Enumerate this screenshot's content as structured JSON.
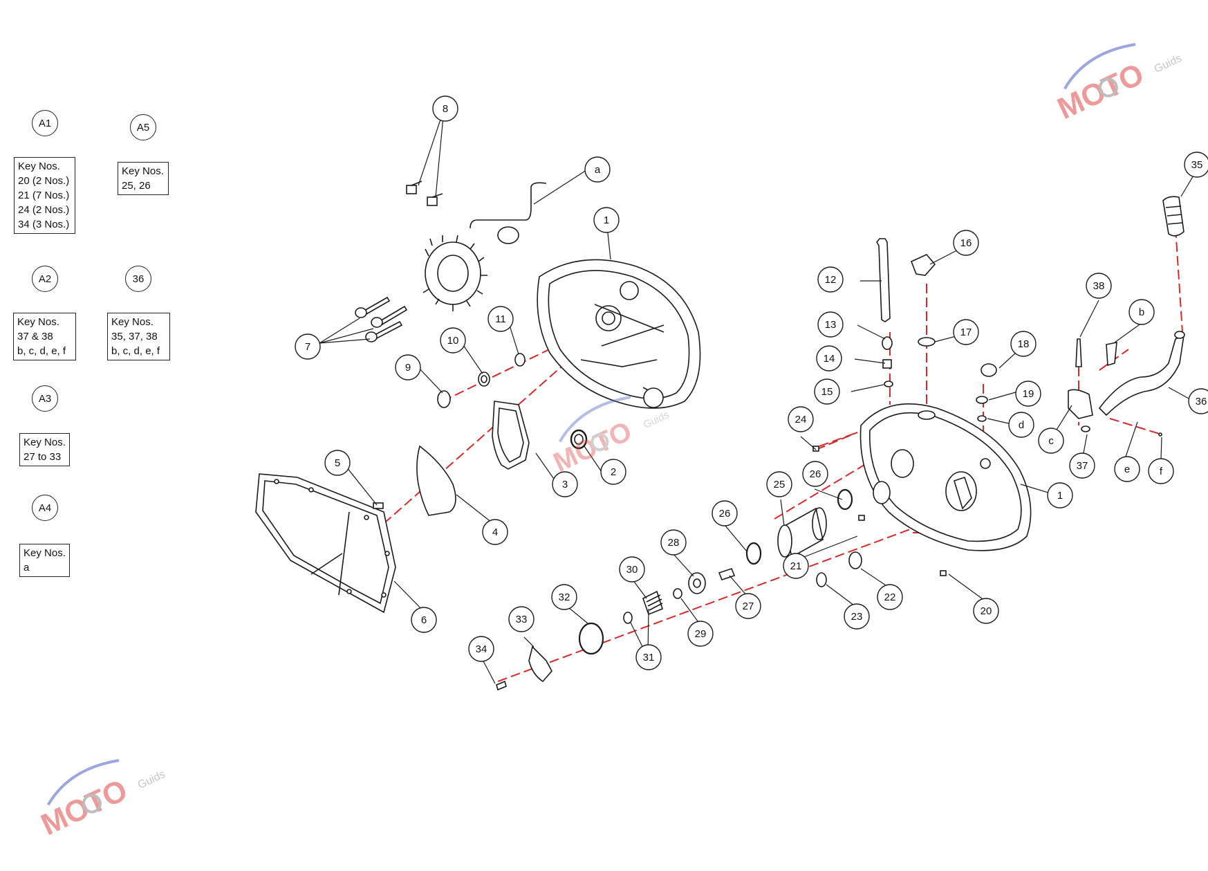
{
  "kits": [
    {
      "label": "A1",
      "lines": [
        "Key Nos.",
        "20 (2 Nos.)",
        "21 (7 Nos.)",
        "24 (2 Nos.)",
        "34 (3 Nos.)"
      ]
    },
    {
      "label": "A5",
      "lines": [
        "Key Nos.",
        "25, 26"
      ]
    },
    {
      "label": "A2",
      "lines": [
        "Key Nos.",
        "37 & 38",
        "b, c, d, e, f"
      ]
    },
    {
      "label": "36",
      "lines": [
        "Key Nos.",
        "35, 37, 38",
        "b, c, d, e, f"
      ]
    },
    {
      "label": "A3",
      "lines": [
        "Key Nos.",
        "27 to 33"
      ]
    },
    {
      "label": "A4",
      "lines": [
        "Key Nos.",
        "a"
      ]
    }
  ],
  "callouts": [
    "1",
    "1",
    "2",
    "3",
    "4",
    "5",
    "6",
    "7",
    "8",
    "9",
    "10",
    "11",
    "12",
    "13",
    "14",
    "15",
    "16",
    "17",
    "18",
    "19",
    "20",
    "21",
    "22",
    "23",
    "24",
    "25",
    "26",
    "26",
    "27",
    "28",
    "29",
    "30",
    "31",
    "32",
    "33",
    "34",
    "35",
    "36",
    "37",
    "38",
    "a",
    "b",
    "c",
    "d",
    "e",
    "f"
  ],
  "watermark": {
    "text": "MOTO",
    "subtext": "Guids"
  },
  "colors": {
    "line": "#1a1a1a",
    "dash": "#d42a2a",
    "watermark_red": "#e04848",
    "watermark_blue": "#4a5fc8"
  }
}
